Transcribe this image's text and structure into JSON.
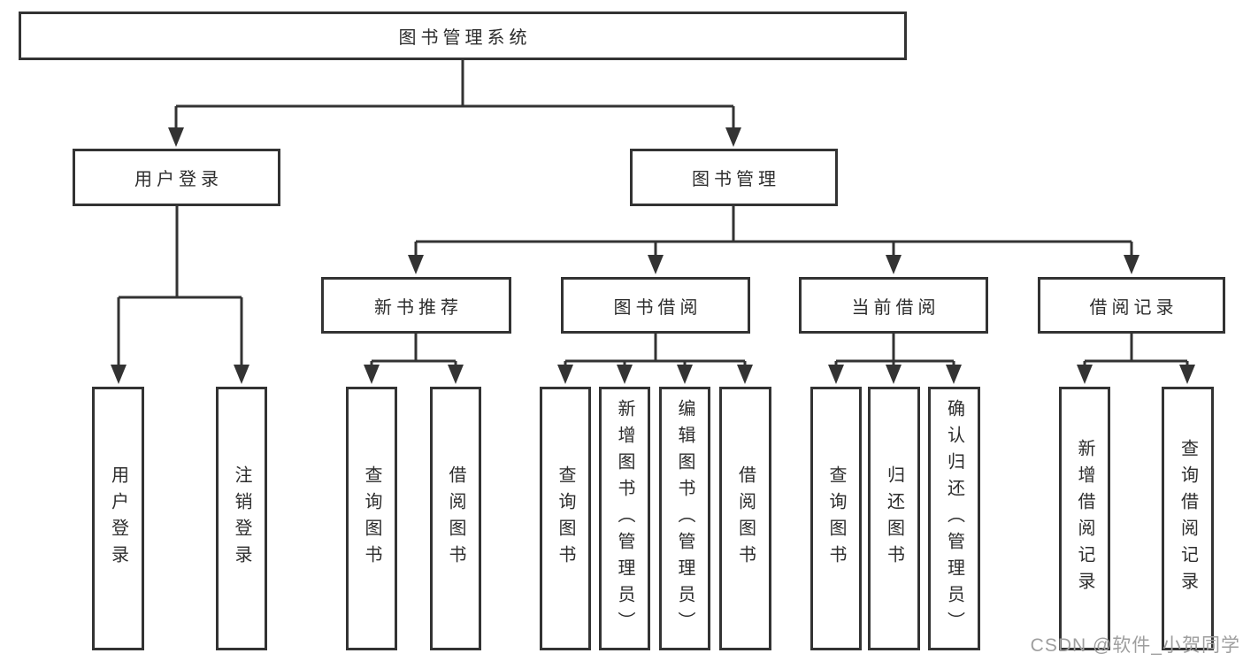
{
  "diagram": {
    "root": {
      "label": "图书管理系统"
    },
    "branches": [
      {
        "label": "用户登录",
        "children": [
          {
            "label": "用户登录"
          },
          {
            "label": "注销登录"
          }
        ]
      },
      {
        "label": "图书管理",
        "groups": [
          {
            "label": "新书推荐",
            "children": [
              {
                "label": "查询图书"
              },
              {
                "label": "借阅图书"
              }
            ]
          },
          {
            "label": "图书借阅",
            "children": [
              {
                "label": "查询图书"
              },
              {
                "label": "新增图书（管理员）"
              },
              {
                "label": "编辑图书（管理员）"
              },
              {
                "label": "借阅图书"
              }
            ]
          },
          {
            "label": "当前借阅",
            "children": [
              {
                "label": "查询图书"
              },
              {
                "label": "归还图书"
              },
              {
                "label": "确认归还（管理员）"
              }
            ]
          },
          {
            "label": "借阅记录",
            "children": [
              {
                "label": "新增借阅记录"
              },
              {
                "label": "查询借阅记录"
              }
            ]
          }
        ]
      }
    ]
  },
  "watermark": {
    "text": "CSDN @软件_小贺同学"
  },
  "colors": {
    "line": "#333333",
    "box_border": "#333333",
    "text": "#2d2d2d",
    "watermark": "#9e9e9e",
    "background": "#ffffff"
  }
}
